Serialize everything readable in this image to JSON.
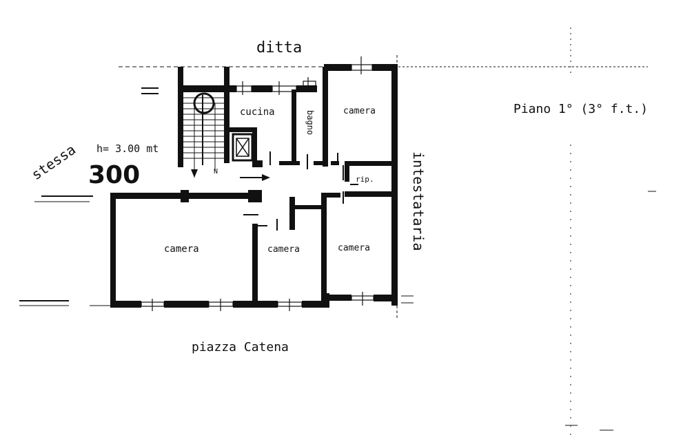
{
  "labels": {
    "north_side": "ditta",
    "west_side": "stessa",
    "east_side": "intestataria",
    "south_side": "piazza Catena",
    "floor": "Piano 1° (3° f.t.)",
    "height": "h= 3.00 mt",
    "unit_number": "300"
  },
  "rooms": {
    "kitchen": "cucina",
    "bathroom": "bagno",
    "storage": "rip.",
    "camera_ne": "camera",
    "camera_sw": "camera",
    "camera_s_mid": "camera",
    "camera_se": "camera"
  },
  "colors": {
    "ink": "#111111",
    "paper": "#ffffff"
  }
}
